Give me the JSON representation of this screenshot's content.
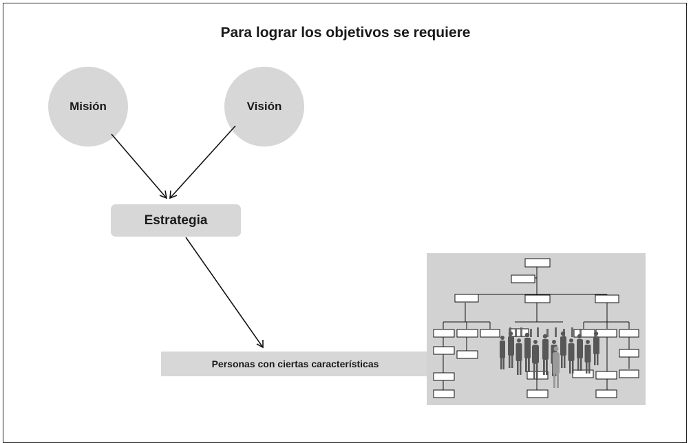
{
  "title": "Para lograr los objetivos se requiere",
  "nodes": {
    "mision": "Misión",
    "vision": "Visión",
    "estrategia": "Estrategia",
    "personas": "Personas con ciertas características"
  },
  "colors": {
    "node_fill": "#d7d7d7",
    "orgchart_background": "#d2d2d2",
    "silhouettes": "#555555"
  },
  "illustration": "org-chart-with-people-silhouettes"
}
